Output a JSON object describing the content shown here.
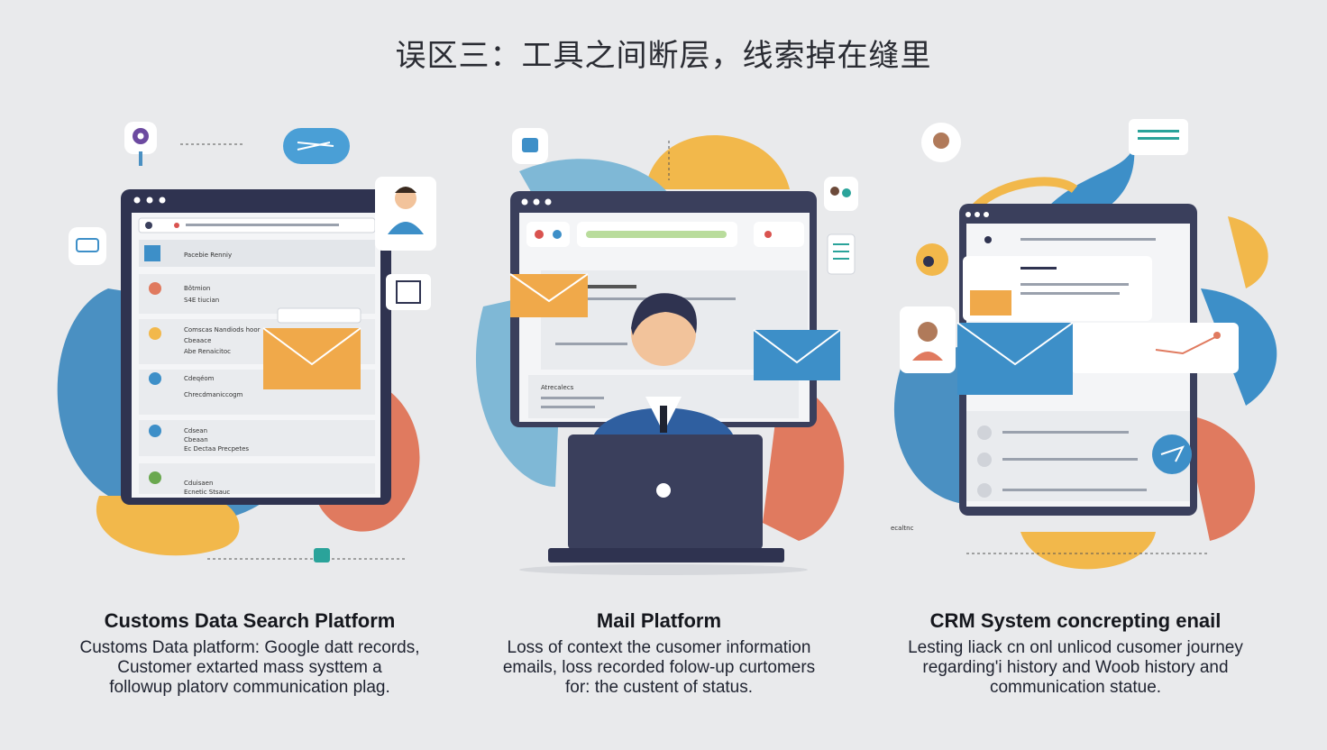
{
  "page": {
    "title": "误区三：工具之间断层，线索掉在缝里"
  },
  "panels": [
    {
      "heading": "Customs Data Search Platform",
      "body": [
        "Customs Data platform: Google datt records,",
        "Customer extarted mass systtem a",
        "followup platorv communication plag."
      ],
      "screen_rows": [
        "Pacebie Renniy",
        "Bôtmion",
        "S4E tiucian",
        "Comscas Nandiods hoor",
        "Cbeaace",
        "Abe Renaicitoc",
        "Cdeqéom",
        "Chrecdmaniccogm",
        "Cdsean",
        "Cbeaan",
        "Ec Dectaa Precpetes",
        "Cduisaen",
        "Ecnetic Stsauc"
      ]
    },
    {
      "heading": "Mail Platform",
      "body": [
        "Loss of context the cusomer information",
        "emails, loss recorded folow-up curtomers",
        "for: the custent of status."
      ],
      "screen_label": "Atrecalecs"
    },
    {
      "heading": "CRM System concrepting enail",
      "body": [
        "Lesting liack cn onl unlicod cusomer journey",
        "regarding'i history and Woob history and",
        "communication statue."
      ],
      "side_label": "ecaltnc"
    }
  ],
  "colors": {
    "background": "#e9eaec",
    "blue_blob": "#4a90c2",
    "orange_blob": "#e07a5f",
    "yellow_blob": "#f2b84b",
    "light_blue_blob": "#7fb8d6",
    "monitor_frame": "#3a3f5c",
    "envelope_orange": "#f0a94a",
    "envelope_blue": "#3d8fc8"
  }
}
